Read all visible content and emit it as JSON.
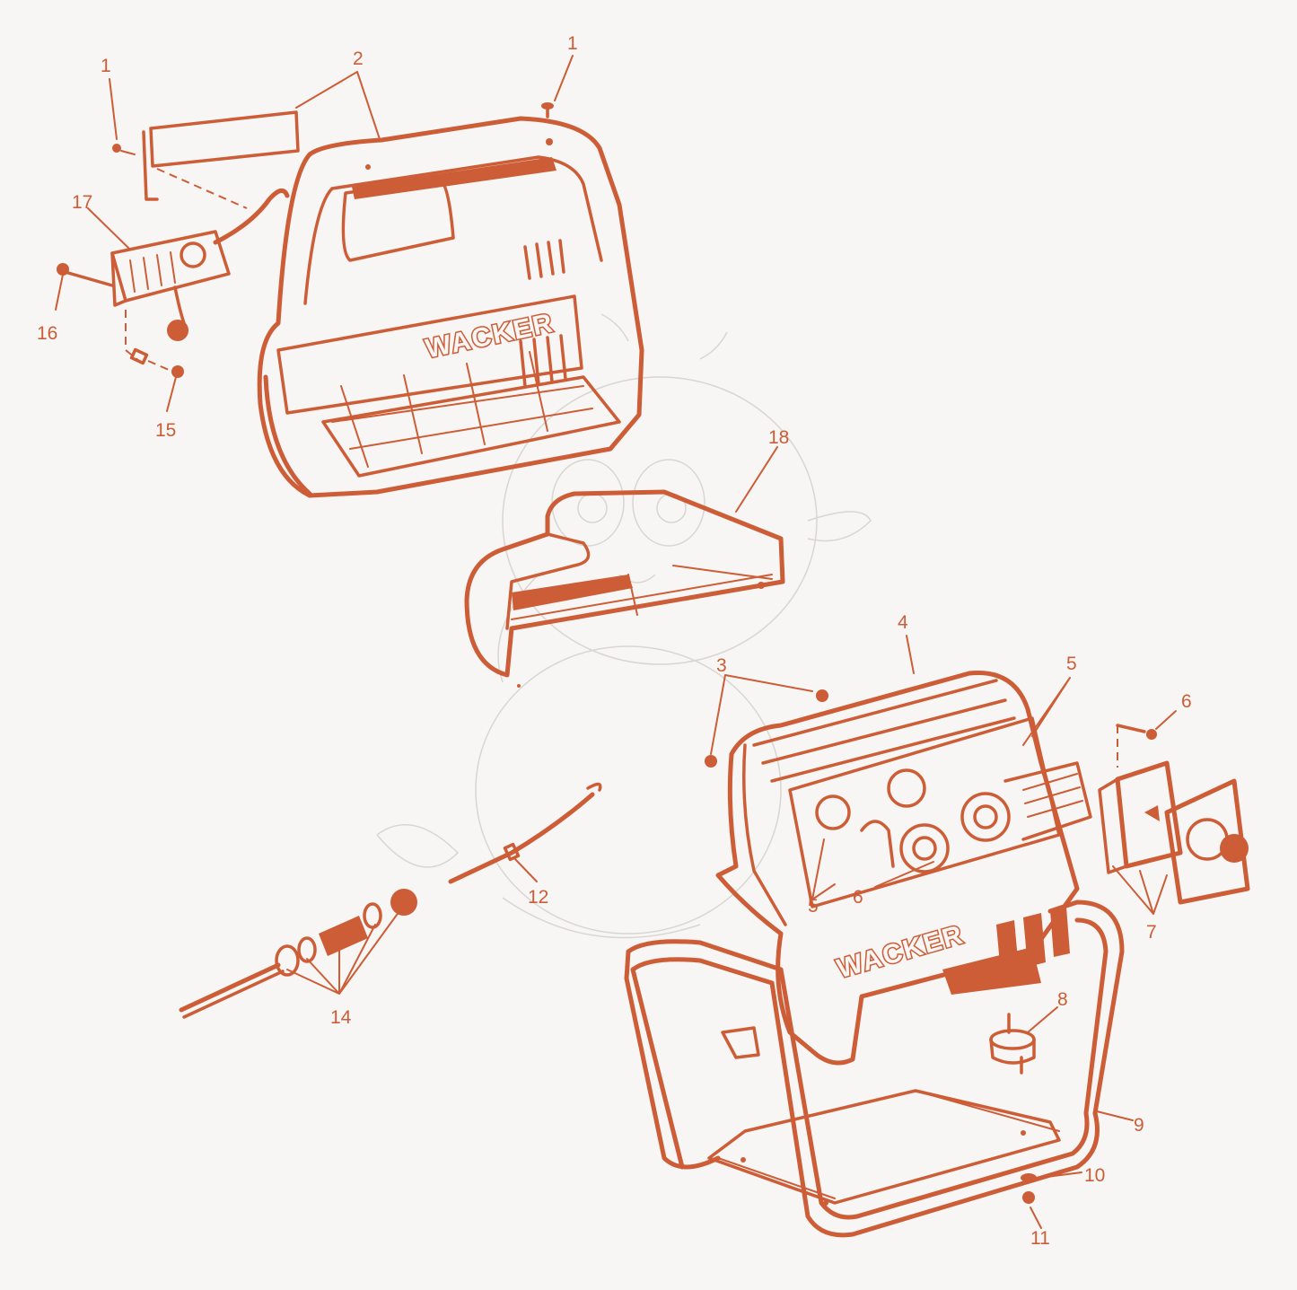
{
  "diagram": {
    "brand_text": "WACKER",
    "accent_color": "#cd5d36",
    "background_color": "#f7f6f4",
    "callouts": [
      {
        "id": "c1a",
        "label": "1"
      },
      {
        "id": "c1b",
        "label": "1"
      },
      {
        "id": "c2",
        "label": "2"
      },
      {
        "id": "c3",
        "label": "3"
      },
      {
        "id": "c4",
        "label": "4"
      },
      {
        "id": "c5a",
        "label": "5"
      },
      {
        "id": "c5b",
        "label": "5"
      },
      {
        "id": "c6a",
        "label": "6"
      },
      {
        "id": "c6b",
        "label": "6"
      },
      {
        "id": "c7",
        "label": "7"
      },
      {
        "id": "c8",
        "label": "8"
      },
      {
        "id": "c9",
        "label": "9"
      },
      {
        "id": "c10",
        "label": "10"
      },
      {
        "id": "c11",
        "label": "11"
      },
      {
        "id": "c12",
        "label": "12"
      },
      {
        "id": "c14",
        "label": "14"
      },
      {
        "id": "c15",
        "label": "15"
      },
      {
        "id": "c16",
        "label": "16"
      },
      {
        "id": "c17",
        "label": "17"
      },
      {
        "id": "c18",
        "label": "18"
      }
    ]
  }
}
